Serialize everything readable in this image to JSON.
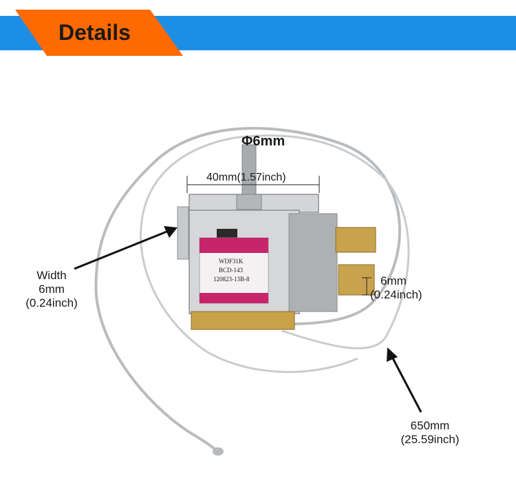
{
  "banner": {
    "title": "Details",
    "bar_color": "#1d8ee6",
    "tab_color": "#ff6a00"
  },
  "product": {
    "label_lines": [
      "WDF31K",
      "BCD-143",
      "120823-13B-8"
    ]
  },
  "dimensions": {
    "shaft_diameter": "Φ6mm",
    "body_width": "40mm(1.57inch)",
    "bracket_width": {
      "name": "Width",
      "mm": "6mm",
      "inch": "(0.24inch)"
    },
    "terminal_width": {
      "mm": "6mm",
      "inch": "(0.24inch)"
    },
    "capillary_length": {
      "mm": "650mm",
      "inch": "(25.59inch)"
    }
  }
}
